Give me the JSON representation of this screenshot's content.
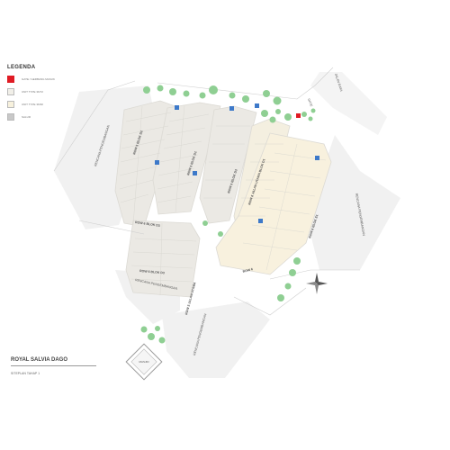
{
  "legend": {
    "title": "LEGENDA",
    "items": [
      {
        "label": "GATE / GERBANG MASUK",
        "color": "#e01b24"
      },
      {
        "label": "UNIT TYPE 36/72",
        "color": "#f1efe8"
      },
      {
        "label": "UNIT TYPE 36/90",
        "color": "#f7f1dd"
      },
      {
        "label": "SALUR",
        "color": "#c8c8c8"
      }
    ]
  },
  "project": {
    "title": "ROYAL SALVIA DAGO",
    "subtitle": "SITEPLAN TAHAP 1"
  },
  "map_labels": {
    "jalan_raya": "JALAN RAYA",
    "gate": "GATE",
    "rencana_left": "RENCANA PENGEMBANGAN",
    "rencana_right": "RENCANA PENGEMBANGAN",
    "rencana_bottom": "RENCANA PENGEMBANGAN",
    "rencana_bottom2": "RENCANA PENGEMBANGAN",
    "row1": "ROW 5 BLOK D2",
    "row2": "ROW 5 BLOK D1",
    "row3": "ROW 5 BLOK D3",
    "row4": "ROW 8 JALAN UTAMA BLOK D1",
    "row5": "ROW 6 BLOK E1",
    "row6": "ROW 6 BLOK D3",
    "row7": "ROW 6 BLOK D3",
    "row8": "ROW 5 JALAN UTAMA",
    "row9": "ROW 6",
    "masjid": "MASJID"
  },
  "colors": {
    "lot_gray": "#ebe9e4",
    "lot_cream": "#f8f1de",
    "road": "#fafafa",
    "dev_area": "#f1f1f1",
    "tree": "#8fcf93",
    "gate_red": "#e01b24",
    "salur": "#3d79c9"
  }
}
